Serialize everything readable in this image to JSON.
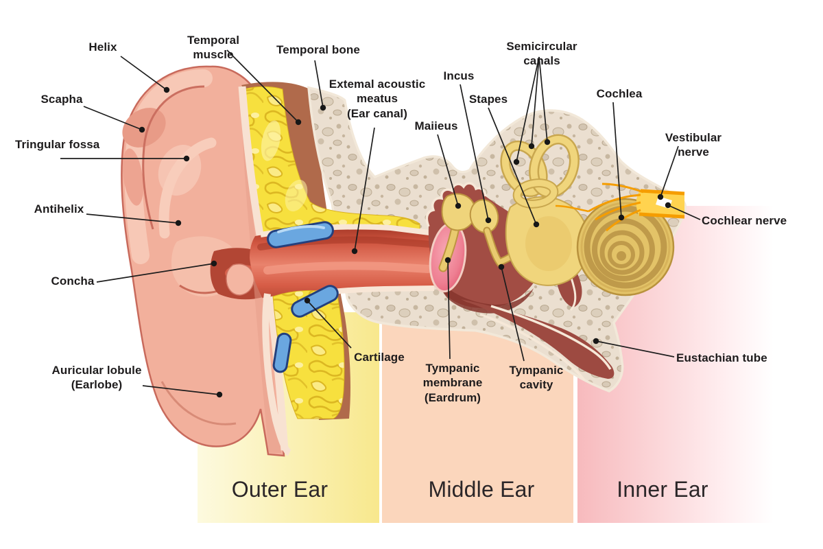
{
  "figure": {
    "type": "anatomical-diagram",
    "subject": "Cross-section anatomy of the human ear"
  },
  "sections": [
    {
      "id": "outer-ear",
      "label": "Outer Ear",
      "band_color_start": "#fdfadf",
      "band_color_end": "#f8e88d"
    },
    {
      "id": "middle-ear",
      "label": "Middle Ear",
      "band_color_start": "#fcd9c0",
      "band_color_end": "#fbd2b5"
    },
    {
      "id": "inner-ear",
      "label": "Inner Ear",
      "band_color_start": "#f7babd",
      "band_color_end": "#ffffff"
    }
  ],
  "labels": [
    {
      "id": "helix",
      "text": "Helix"
    },
    {
      "id": "scapha",
      "text": "Scapha"
    },
    {
      "id": "triangular-fossa",
      "text": "Tringular fossa"
    },
    {
      "id": "antihelix",
      "text": "Antihelix"
    },
    {
      "id": "concha",
      "text": "Concha"
    },
    {
      "id": "auricular-lobule",
      "text": "Auricular lobule\n(Earlobe)"
    },
    {
      "id": "temporal-muscle",
      "text": "Temporal muscle"
    },
    {
      "id": "temporal-bone",
      "text": "Temporal bone"
    },
    {
      "id": "external-acoustic-meatus",
      "text": "Extemal acoustic\nmeatus\n(Ear canal)"
    },
    {
      "id": "malleus",
      "text": "Maiieus"
    },
    {
      "id": "incus",
      "text": "Incus"
    },
    {
      "id": "stapes",
      "text": "Stapes"
    },
    {
      "id": "semicircular-canals",
      "text": "Semicircular canals"
    },
    {
      "id": "cochlea",
      "text": "Cochlea"
    },
    {
      "id": "vestibular-nerve",
      "text": "Vestibular nerve"
    },
    {
      "id": "cochlear-nerve",
      "text": "Cochlear nerve"
    },
    {
      "id": "eustachian-tube",
      "text": "Eustachian tube"
    },
    {
      "id": "cartilage",
      "text": "Cartilage"
    },
    {
      "id": "tympanic-membrane",
      "text": "Tympanic\nmembrane\n(Eardrum)"
    },
    {
      "id": "tympanic-cavity",
      "text": "Tympanic\ncavity"
    }
  ],
  "colors": {
    "background": "#ffffff",
    "leader_line": "#1d1d1d",
    "leader_dot": "#171717",
    "skin_flesh": "#f2b09c",
    "skin_highlight": "#f7c8b6",
    "skin_shadow": "#e89b87",
    "skin_outline": "#c86a5c",
    "muscle_yellow": "#f7e03e",
    "muscle_texture": "#dcb722",
    "temporal_brown": "#b06a4b",
    "bone_base": "#ebdfd0",
    "bone_pebble": "#d3c5b2",
    "bone_edge": "#f2e8d9",
    "canal_red": "#d95b49",
    "cavity_red": "#a24d44",
    "eardrum_pink": "#ee7f92",
    "ossicle_yellow": "#efd47b",
    "cochlea_gold": "#e3c368",
    "nerve_orange": "#f59d00",
    "nerve_yellow": "#ffd34f",
    "cartilage_blue": "#6aa7e0",
    "cartilage_outline": "#23407e"
  }
}
